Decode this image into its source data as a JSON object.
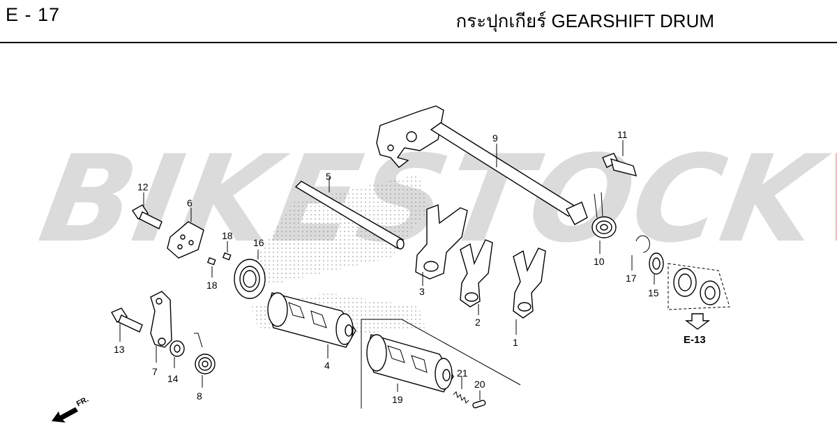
{
  "header": {
    "page_code": "E - 17",
    "title": "กระปุกเกียร์  GEARSHIFT DRUM"
  },
  "watermark": {
    "text_main": "BIKESTOCK",
    "text_accent": "VN",
    "color_main": "#9a9a9a",
    "color_accent": "#e53935"
  },
  "callouts": {
    "p1": "1",
    "p2": "2",
    "p3": "3",
    "p4": "4",
    "p5": "5",
    "p6": "6",
    "p7": "7",
    "p8": "8",
    "p9": "9",
    "p10": "10",
    "p11": "11",
    "p12": "12",
    "p13": "13",
    "p14": "14",
    "p15": "15",
    "p16": "16",
    "p17": "17",
    "p18a": "18",
    "p18b": "18",
    "p19": "19",
    "p20": "20",
    "p21": "21"
  },
  "reference": {
    "label": "E-13"
  },
  "direction": {
    "label": "FR."
  }
}
